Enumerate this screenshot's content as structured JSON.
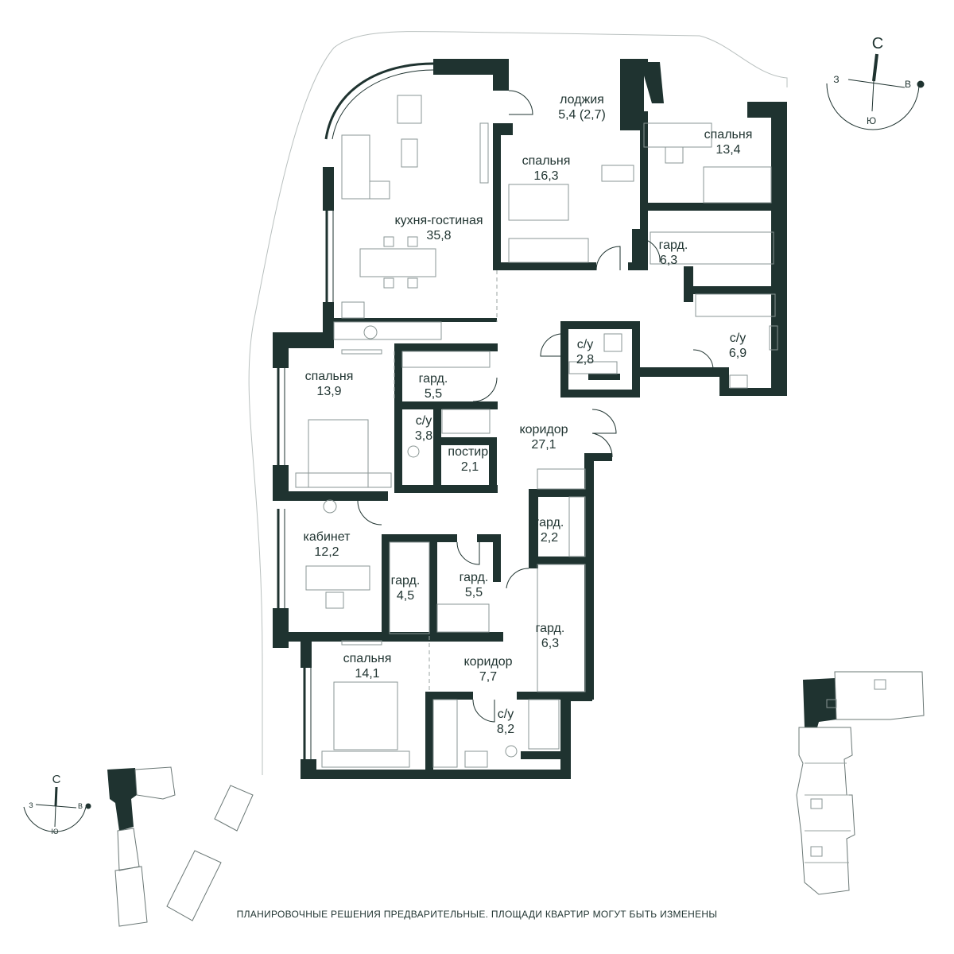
{
  "rooms": [
    {
      "name": "лоджия",
      "area": "5,4 (2,7)"
    },
    {
      "name": "спальня",
      "area": "13,4"
    },
    {
      "name": "спальня",
      "area": "16,3"
    },
    {
      "name": "кухня-гостиная",
      "area": "35,8"
    },
    {
      "name": "гард.",
      "area": "6,3"
    },
    {
      "name": "с/у",
      "area": "2,8"
    },
    {
      "name": "с/у",
      "area": "6,9"
    },
    {
      "name": "спальня",
      "area": "13,9"
    },
    {
      "name": "гард.",
      "area": "5,5"
    },
    {
      "name": "с/у",
      "area": "3,8"
    },
    {
      "name": "постир.",
      "area": "2,1"
    },
    {
      "name": "коридор",
      "area": "27,1"
    },
    {
      "name": "гард.",
      "area": "2,2"
    },
    {
      "name": "кабинет",
      "area": "12,2"
    },
    {
      "name": "гард.",
      "area": "4,5"
    },
    {
      "name": "гард.",
      "area": "5,5"
    },
    {
      "name": "гард.",
      "area": "6,3"
    },
    {
      "name": "спальня",
      "area": "14,1"
    },
    {
      "name": "коридор",
      "area": "7,7"
    },
    {
      "name": "с/у",
      "area": "8,2"
    }
  ],
  "compass_large": {
    "north": "С",
    "west": "З",
    "east": "В",
    "south": "Ю"
  },
  "compass_small": {
    "north": "С",
    "west": "З",
    "east": "В",
    "south": "Ю"
  },
  "disclaimer": "ПЛАНИРОВОЧНЫЕ РЕШЕНИЯ ПРЕДВАРИТЕЛЬНЫЕ. ПЛОЩАДИ КВАРТИР МОГУТ БЫТЬ ИЗМЕНЕНЫ",
  "colors": {
    "wall": "#1f3330",
    "furniture": "#8a9694",
    "background": "#ffffff"
  }
}
